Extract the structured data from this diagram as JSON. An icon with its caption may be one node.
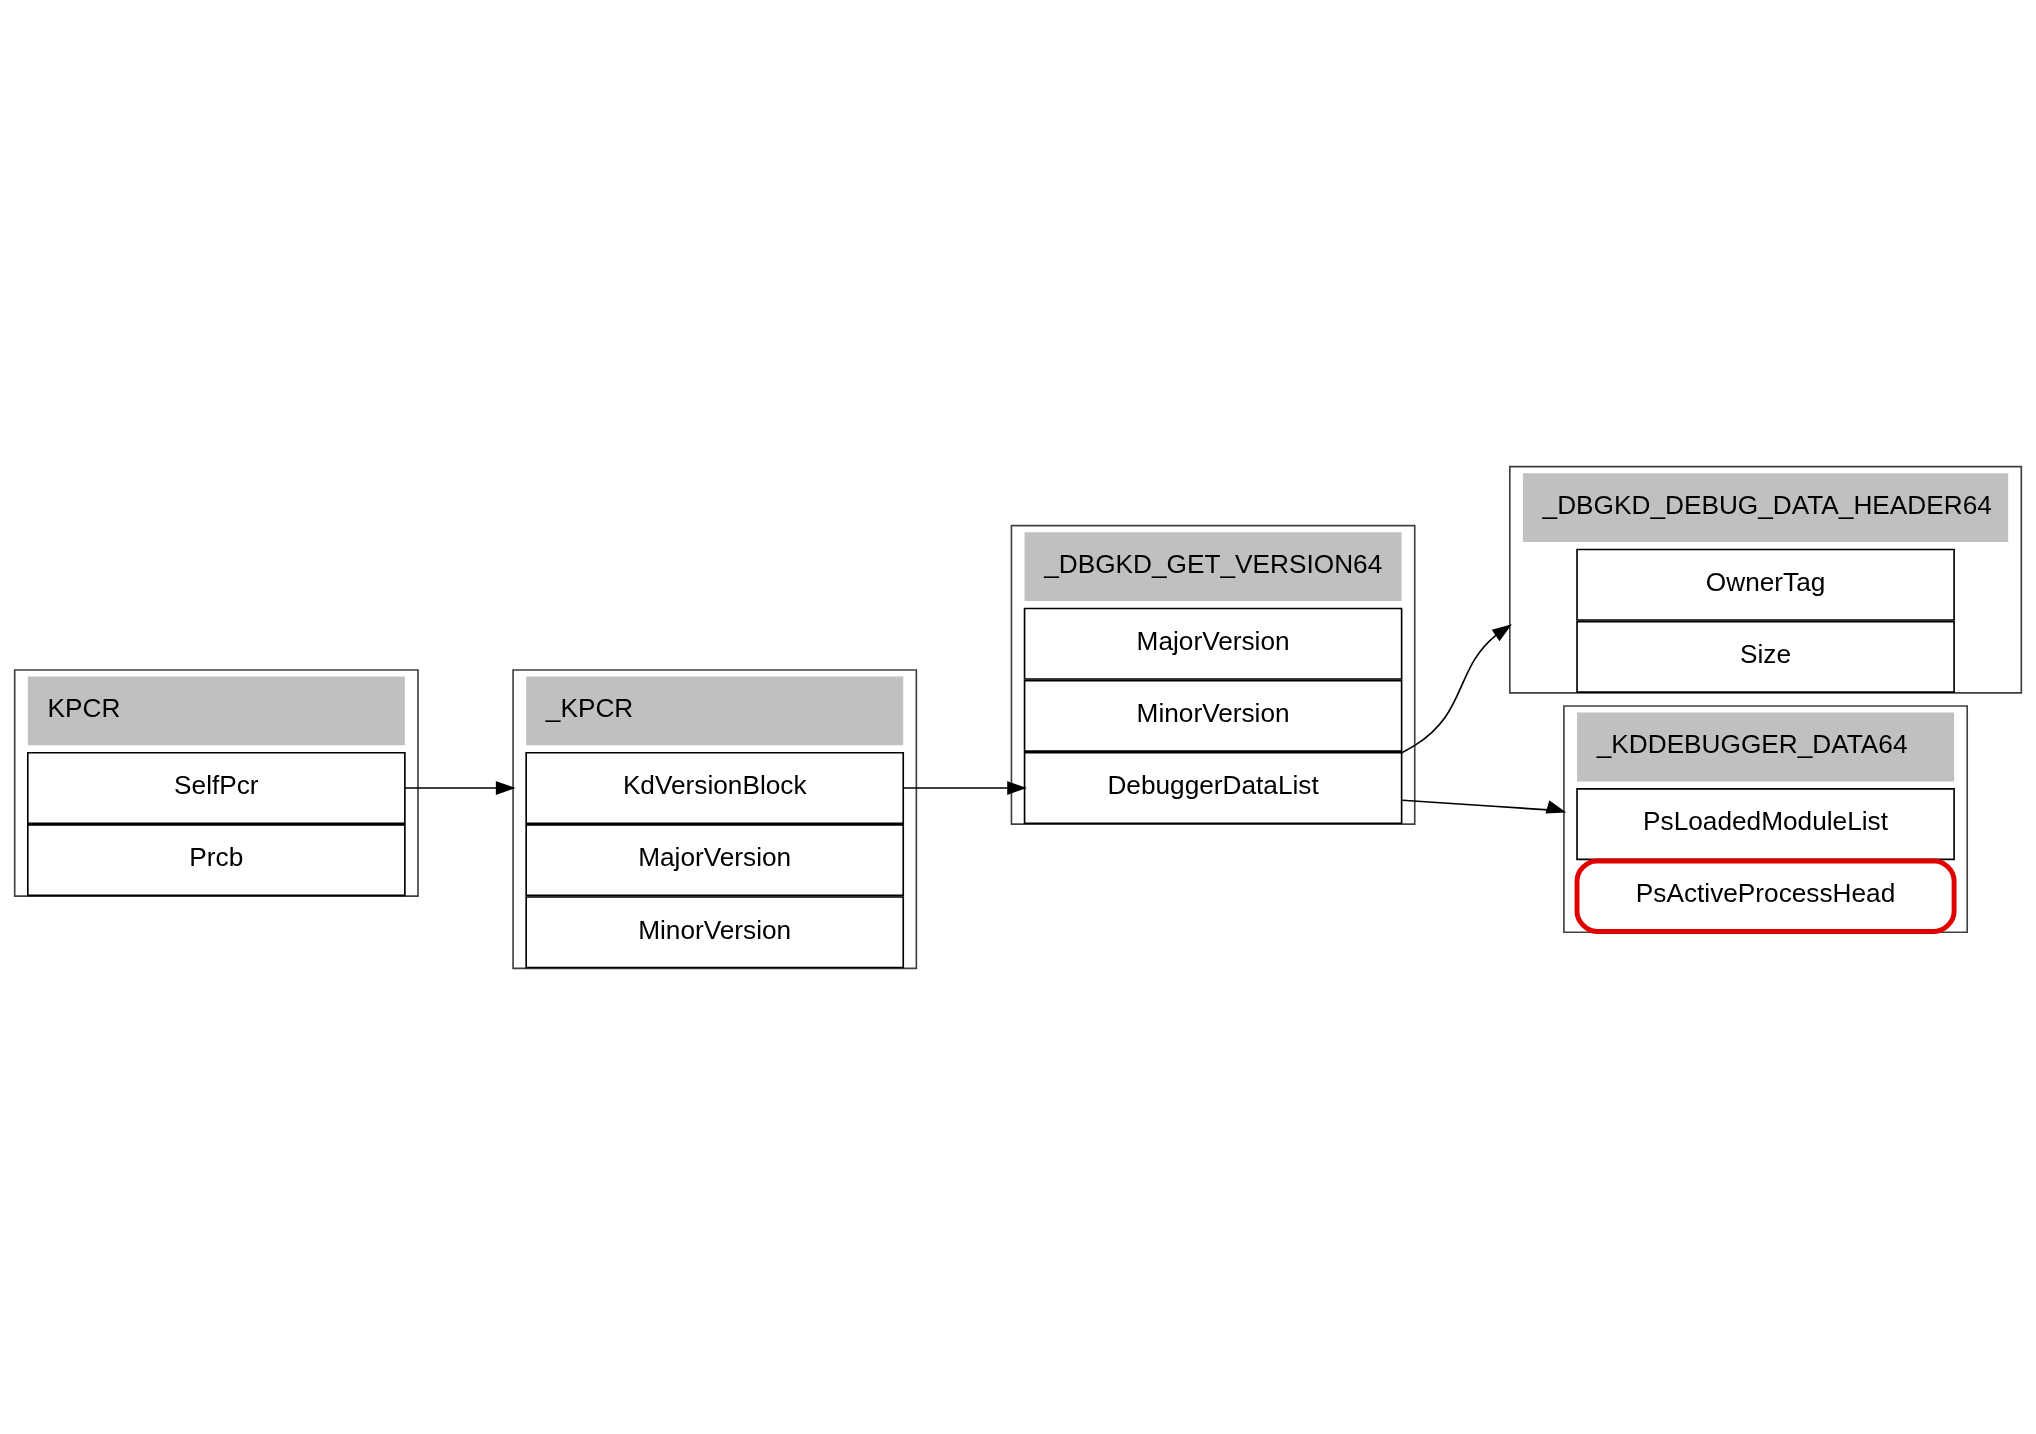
{
  "diagram": {
    "nodes": [
      {
        "text": [
          "KPCR"
        ]
      },
      {
        "text": [
          "SelfPcr"
        ],
        "in": 0
      },
      {
        "text": [
          "Prcb"
        ],
        "in": 0
      },
      {
        "text": [
          "_KPCR"
        ]
      },
      {
        "text": [
          "KdVersionBlock"
        ],
        "in": 3
      },
      {
        "text": [
          "MajorVersion"
        ],
        "in": 3
      },
      {
        "text": [
          "MinorVersion"
        ],
        "in": 3
      },
      {
        "text": [
          "_DBGKD_GET_VERSION64"
        ]
      },
      {
        "text": [
          "MajorVersion"
        ],
        "in": 7
      },
      {
        "text": [
          "MinorVersion"
        ],
        "in": 7
      },
      {
        "text": [
          "DebuggerDataList"
        ],
        "in": 7
      },
      {
        "text": [
          "_DBGKD_DEBUG_DATA_HEADER64"
        ]
      },
      {
        "text": [
          "OwnerTag"
        ],
        "in": 11
      },
      {
        "text": [
          "Size"
        ],
        "in": 11
      },
      {
        "text": [
          "_KDDEBUGGER_DATA64"
        ]
      },
      {
        "text": [
          "PsLoadedModuleList"
        ],
        "in": 14
      },
      {
        "text": [
          "PsActiveProcessHead"
        ],
        "in": 14
      }
    ],
    "edges": [
      {
        "from": 1,
        "to": 3,
        "arrow": "to"
      },
      {
        "from": 4,
        "to": 10,
        "arrow": "to"
      },
      {
        "from": 10,
        "to": 11,
        "arrow": "to"
      },
      {
        "from": 10,
        "to": 14,
        "arrow": "to"
      }
    ]
  }
}
